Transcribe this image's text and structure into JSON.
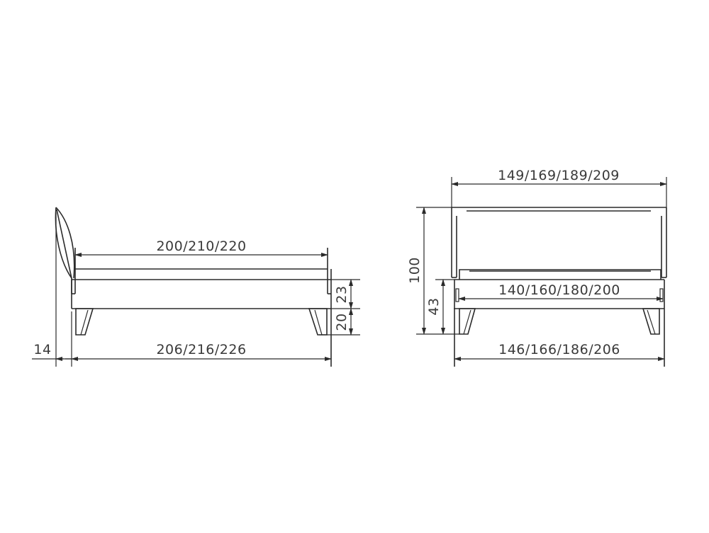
{
  "side_view": {
    "mattress_length": "200/210/220",
    "overall_length": "206/216/226",
    "headboard_offset": "14",
    "frame_height": "23",
    "leg_height": "20"
  },
  "front_view": {
    "headboard_width": "149/169/189/209",
    "mattress_width": "140/160/180/200",
    "overall_width": "146/166/186/206",
    "total_height": "100",
    "frame_top_height": "43"
  },
  "colors": {
    "line": "#2a2a2a",
    "text": "#3a3a3a",
    "background": "#ffffff"
  }
}
